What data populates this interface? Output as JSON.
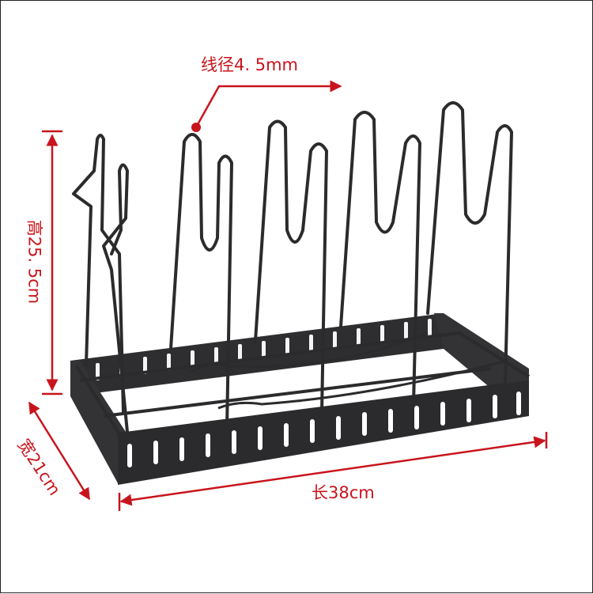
{
  "photo": {
    "subject": "pot-lid-rack-icon"
  },
  "dimensions": {
    "wire_diameter": "线径4. 5mm",
    "height": "高25. 5cm",
    "width": "宽21cm",
    "length": "长38cm"
  },
  "colors": {
    "annotation": "#c8141c",
    "rack": "#2b2b2d",
    "background": "#ffffff"
  }
}
